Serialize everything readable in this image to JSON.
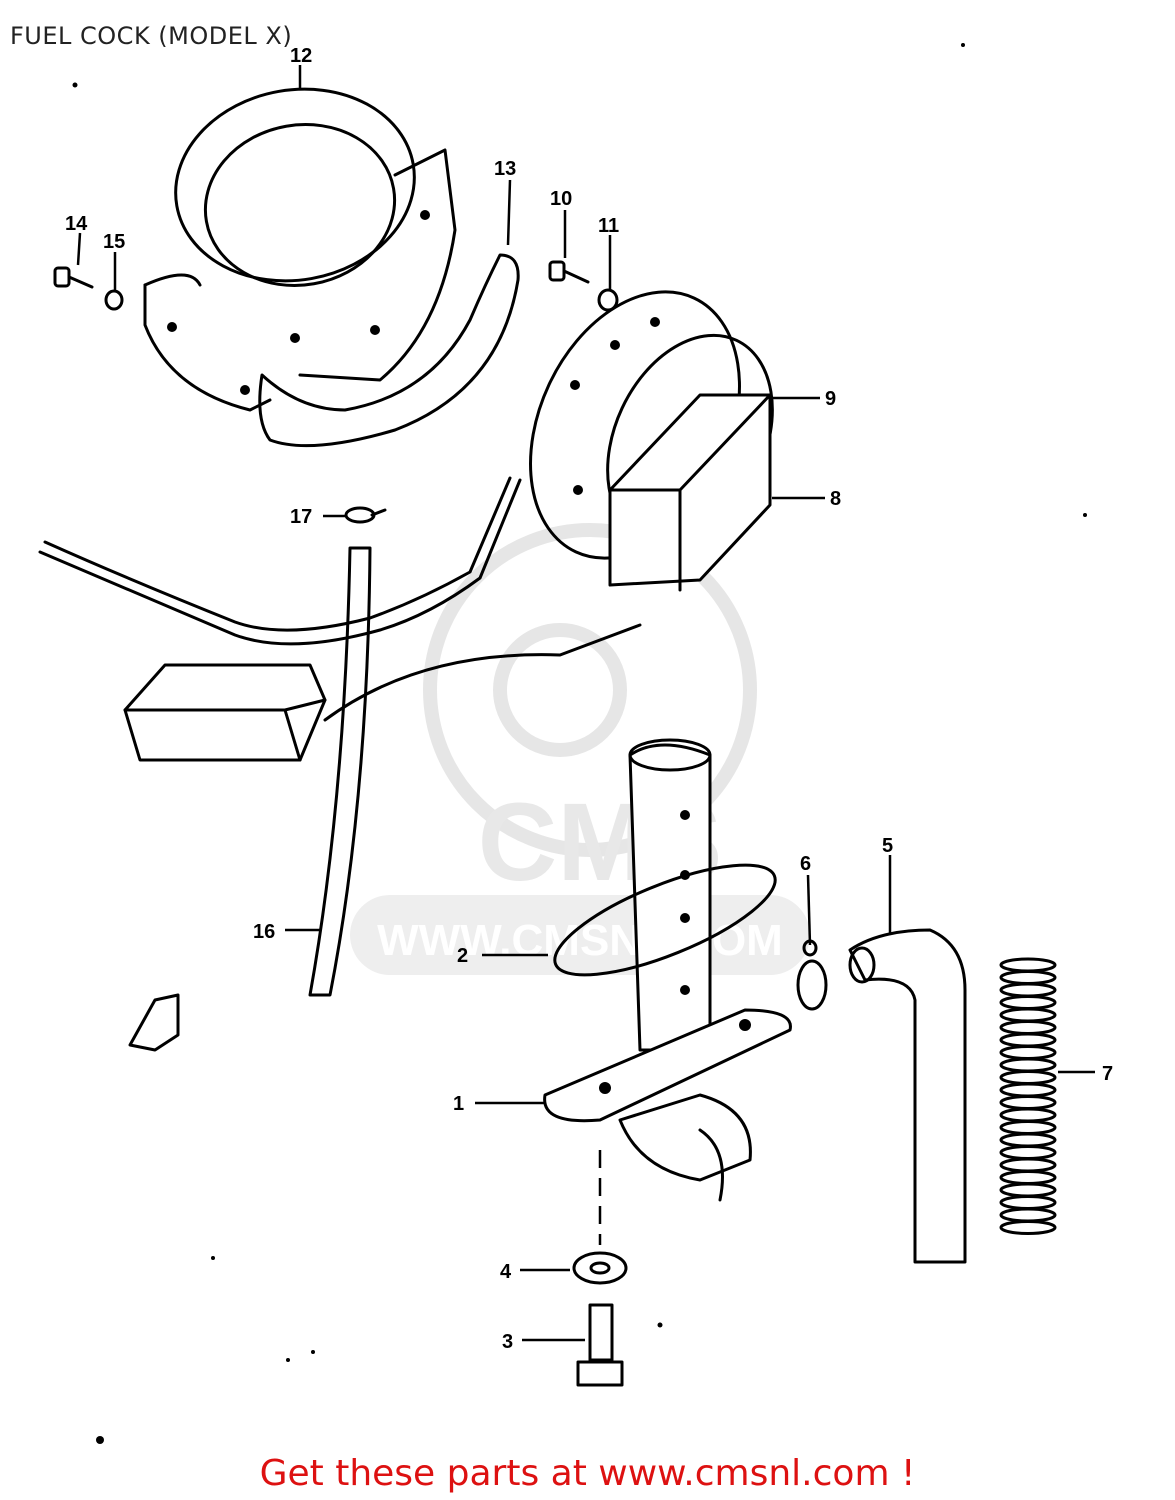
{
  "title": "FUEL COCK (MODEL X)",
  "footer_text": "Get these parts at www.cmsnl.com !",
  "watermark": {
    "logo": "CMS",
    "url": "WWW.CMSNL.COM"
  },
  "callouts": {
    "p1": "1",
    "p2": "2",
    "p3": "3",
    "p4": "4",
    "p5": "5",
    "p6": "6",
    "p7": "7",
    "p8": "8",
    "p9": "9",
    "p10": "10",
    "p11": "11",
    "p12": "12",
    "p13": "13",
    "p14": "14",
    "p15": "15",
    "p16": "16",
    "p17": "17"
  },
  "colors": {
    "footer": "#dd1111",
    "lines": "#000000",
    "watermark": "#e6e6e6"
  },
  "icons": {
    "front_arrow": "front-arrow-icon"
  }
}
